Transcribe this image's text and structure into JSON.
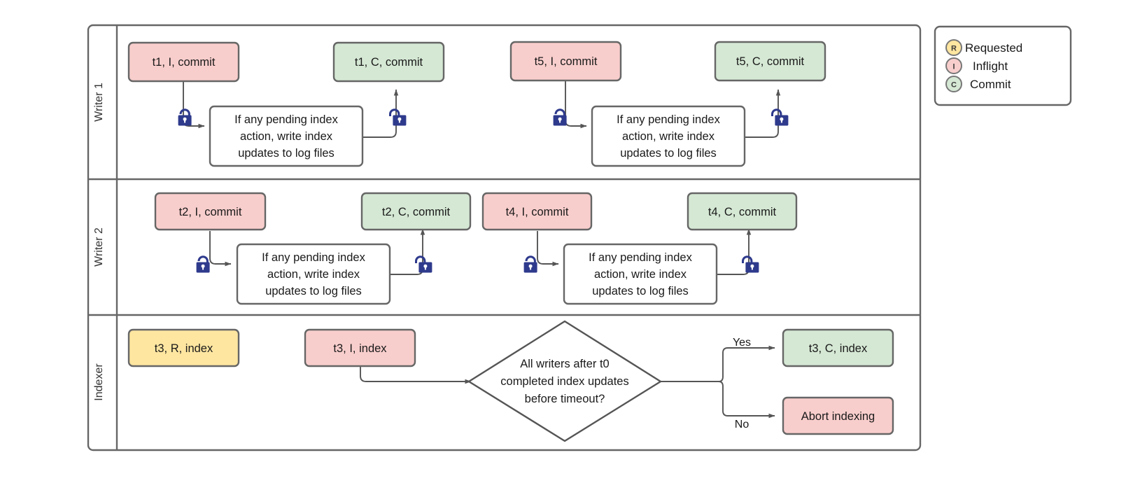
{
  "diagram": {
    "title": "Writer/Indexer swimlane flow",
    "colors": {
      "inflight": "#f8cecc",
      "commit": "#d5e8d4",
      "requested": "#ffe6a0",
      "stroke": "#666666",
      "edge": "#555555",
      "lock": "#2e3a8c",
      "background": "#ffffff"
    },
    "lanes": [
      {
        "id": "writer1",
        "label": "Writer 1"
      },
      {
        "id": "writer2",
        "label": "Writer 2"
      },
      {
        "id": "indexer",
        "label": "Indexer"
      }
    ],
    "process_text": "If any pending index action, write index updates to log files",
    "process_lines": [
      "If any pending index",
      "action, write index",
      "updates to log files"
    ],
    "decision_lines": [
      "All writers after t0",
      "completed index updates",
      "before timeout?"
    ],
    "nodes": {
      "w1_t1_inflight": "t1, I, commit",
      "w1_t1_commit": "t1, C, commit",
      "w1_t5_inflight": "t5, I, commit",
      "w1_t5_commit": "t5, C, commit",
      "w1_proc_a_l1": "If any pending index",
      "w1_proc_a_l2": "action, write index",
      "w1_proc_a_l3": "updates to log files",
      "w1_proc_b_l1": "If any pending index",
      "w1_proc_b_l2": "action, write index",
      "w1_proc_b_l3": "updates to log files",
      "w2_t2_inflight": "t2, I, commit",
      "w2_t2_commit": "t2, C, commit",
      "w2_t4_inflight": "t4, I, commit",
      "w2_t4_commit": "t4, C, commit",
      "w2_proc_a_l1": "If any pending index",
      "w2_proc_a_l2": "action, write index",
      "w2_proc_a_l3": "updates to log files",
      "w2_proc_b_l1": "If any pending index",
      "w2_proc_b_l2": "action, write index",
      "w2_proc_b_l3": "updates to log files",
      "ix_t3_requested": "t3, R, index",
      "ix_t3_inflight": "t3, I, index",
      "ix_decision_l1": "All writers after t0",
      "ix_decision_l2": "completed index updates",
      "ix_decision_l3": "before timeout?",
      "ix_t3_commit": "t3, C, index",
      "ix_abort": "Abort indexing"
    },
    "edge_labels": {
      "yes": "Yes",
      "no": "No"
    },
    "legend": {
      "items": [
        {
          "letter": "R",
          "label": "Requested",
          "color": "#ffe6a0"
        },
        {
          "letter": "I",
          "label": "Inflight",
          "color": "#f8cecc"
        },
        {
          "letter": "C",
          "label": "Commit",
          "color": "#f8cecc"
        }
      ]
    }
  }
}
